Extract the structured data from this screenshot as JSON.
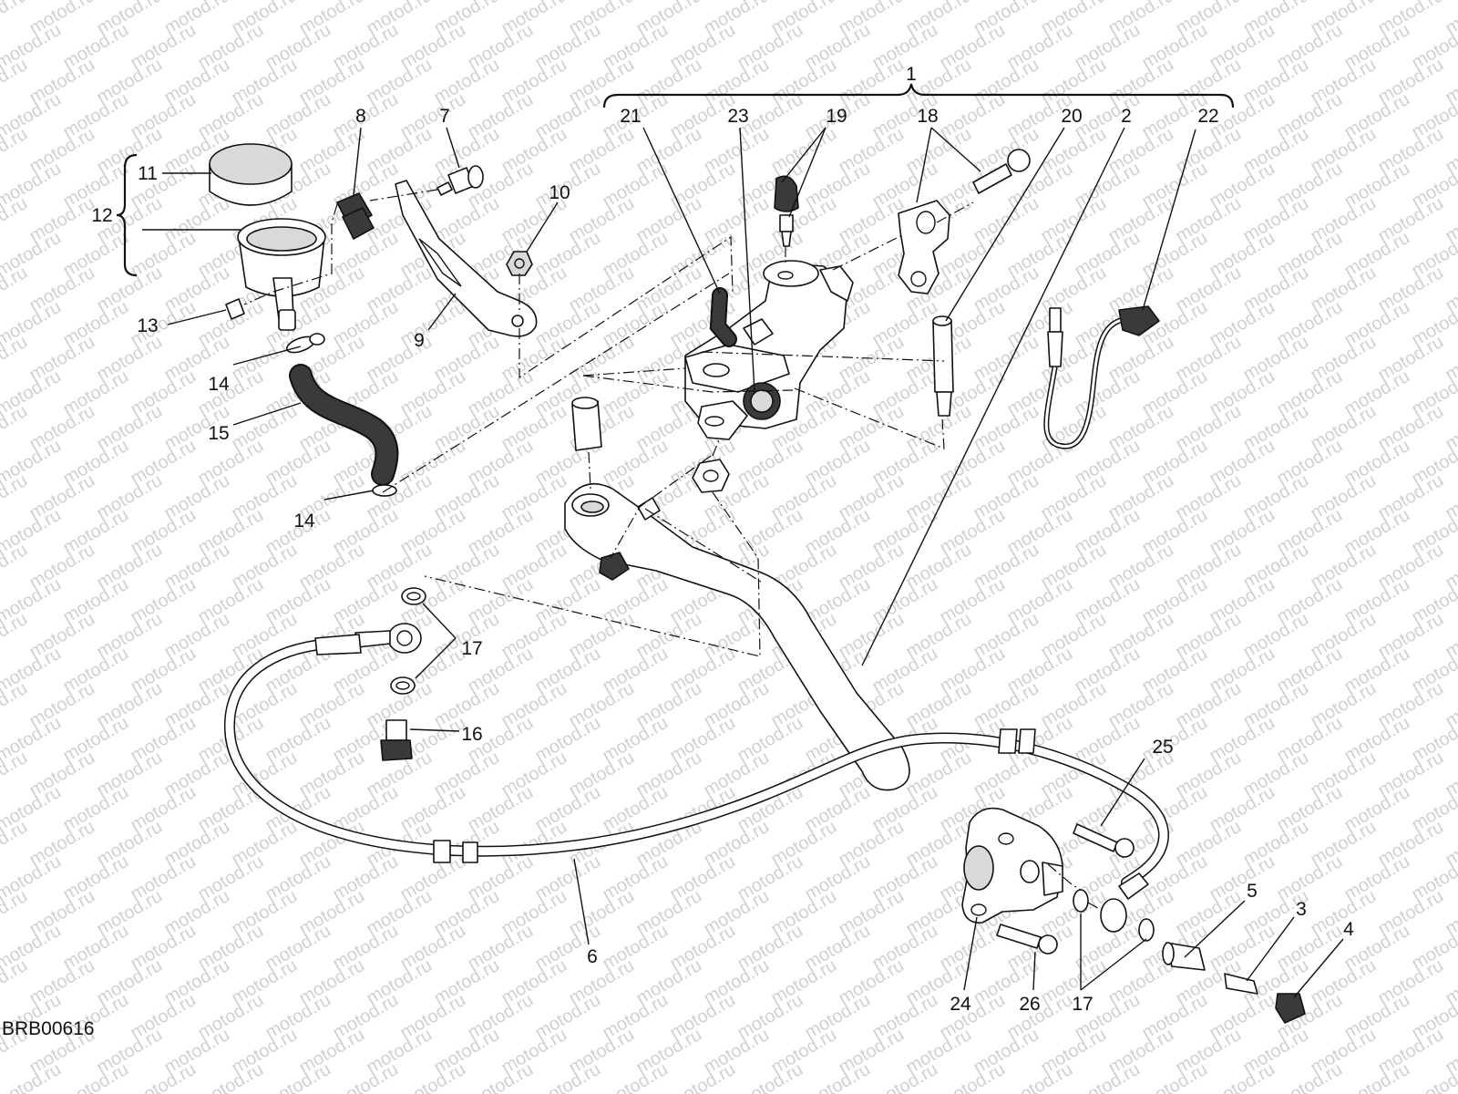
{
  "watermark_text": "motod.ru",
  "diagram_code": "BRB00616",
  "callouts": {
    "c1": "1",
    "c2": "2",
    "c3": "3",
    "c4": "4",
    "c5": "5",
    "c6": "6",
    "c7": "7",
    "c8": "8",
    "c9": "9",
    "c10": "10",
    "c11": "11",
    "c12": "12",
    "c13": "13",
    "c14a": "14",
    "c14b": "14",
    "c15": "15",
    "c16": "16",
    "c17a": "17",
    "c17b": "17",
    "c18": "18",
    "c19": "19",
    "c20": "20",
    "c21": "21",
    "c22": "22",
    "c23": "23",
    "c24": "24",
    "c25": "25",
    "c26": "26"
  },
  "colors": {
    "line": "#111111",
    "watermark": "#d0d0d0",
    "part_shade": "#d9d9d9",
    "part_dark": "#3a3a3a"
  }
}
